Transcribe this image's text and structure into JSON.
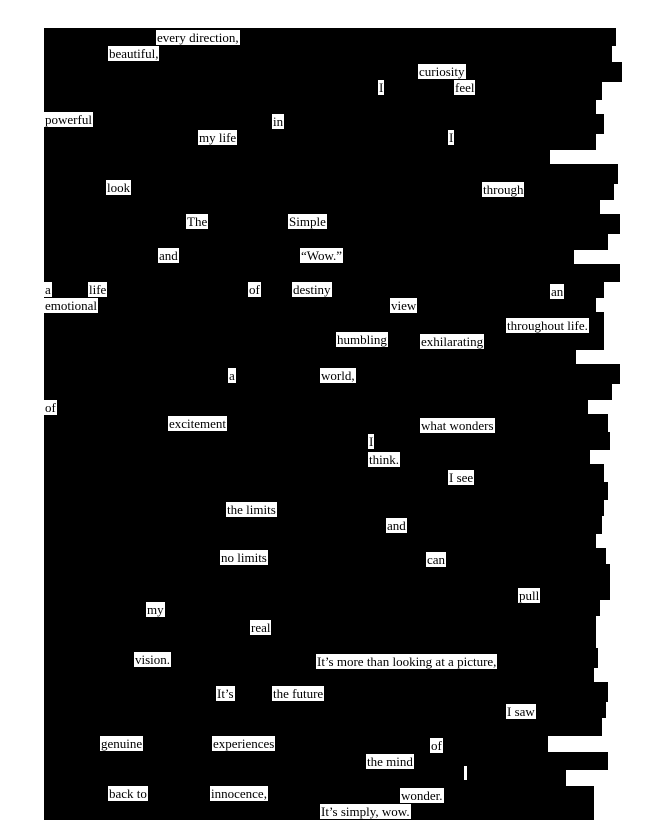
{
  "document": {
    "title": "Blackout poem",
    "words": [
      "every direction,",
      "beautiful,",
      "curiosity",
      "I",
      "feel",
      "powerful",
      "in",
      "my life",
      "I",
      "look",
      "through",
      "The",
      "Simple",
      "and",
      "“Wow.”",
      "a",
      "life",
      "of",
      "destiny",
      "an",
      "emotional",
      "view",
      "throughout life.",
      "humbling",
      "exhilarating",
      "a",
      "world,",
      "of",
      "excitement",
      "what wonders",
      "I",
      "think.",
      "I see",
      "the limits",
      "and",
      "no limits",
      "can",
      "pull",
      "my",
      "real",
      "vision.",
      "It’s more than looking at a picture,",
      "It’s",
      "the future",
      "I saw",
      "genuine",
      "experiences",
      "of",
      "the mind",
      "back to",
      "innocence,",
      "wonder.",
      "It’s simply, wow."
    ]
  }
}
